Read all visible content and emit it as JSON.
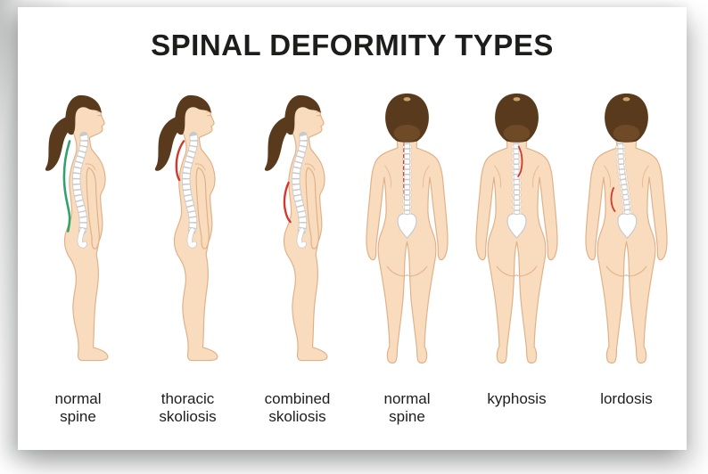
{
  "poster": {
    "title": "SPINAL DEFORMITY TYPES"
  },
  "figures": [
    {
      "id": "normal-spine-side",
      "label": "normal\nspine",
      "view": "side",
      "indicator_color": "green",
      "indicator_region": "full-back",
      "spine": "side"
    },
    {
      "id": "thoracic-skoliosis",
      "label": "thoracic\nskoliosis",
      "view": "side",
      "indicator_color": "red",
      "indicator_region": "thoracic",
      "spine": "side"
    },
    {
      "id": "combined-skoliosis",
      "label": "combined\nskoliosis",
      "view": "side",
      "indicator_color": "red",
      "indicator_region": "lumbar",
      "spine": "side"
    },
    {
      "id": "normal-spine-back",
      "label": "normal\nspine",
      "view": "back",
      "indicator_color": "red",
      "indicator_region": "straight",
      "spine": "back-straight"
    },
    {
      "id": "kyphosis",
      "label": "kyphosis",
      "view": "back",
      "indicator_color": "red",
      "indicator_region": "upper",
      "spine": "back-kyphosis"
    },
    {
      "id": "lordosis",
      "label": "lordosis",
      "view": "back",
      "indicator_color": "red",
      "indicator_region": "lumbar-left",
      "spine": "back-lordosis"
    }
  ],
  "colors": {
    "skin": "#f8dcbd",
    "skin_outline": "#e0b189",
    "skin_shading": "#e4b econ",
    "shading_line": "#e2ad83",
    "hair": "#5a3a1d",
    "hair_light": "#6f4a27",
    "hair_highlight": "#c9a26b",
    "spine_outline": "#c9c9c9",
    "spine_fill": "#ffffff",
    "indicator_green": "#2fa36b",
    "indicator_red": "#d2382c",
    "text": "#1d1d1b",
    "card": "#ffffff"
  }
}
